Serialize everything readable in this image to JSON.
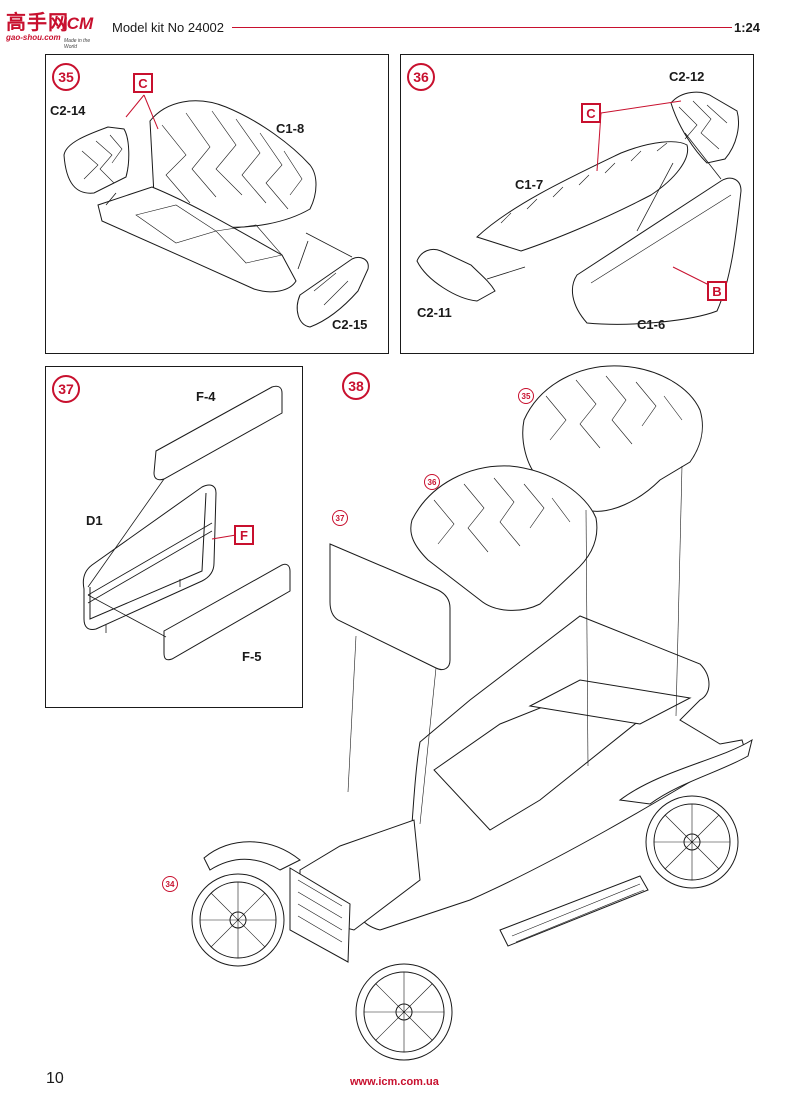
{
  "logo": {
    "cn": "高手网",
    "brand": "ICM",
    "url": "gao-shou.com",
    "tagline": "Made in the World"
  },
  "header": {
    "title": "Model kit No 24002",
    "scale": "1:24"
  },
  "steps": {
    "s35": {
      "number": "35",
      "labels": {
        "c2_14": "C2-14",
        "c1_8": "C1-8",
        "c2_15": "C2-15"
      },
      "color_code": "C"
    },
    "s36": {
      "number": "36",
      "labels": {
        "c2_12": "C2-12",
        "c1_7": "C1-7",
        "c2_11": "C2-11",
        "c1_6": "C1-6"
      },
      "color_codes": [
        "C",
        "B"
      ]
    },
    "s37": {
      "number": "37",
      "labels": {
        "f4": "F-4",
        "d1": "D1",
        "f5": "F-5"
      },
      "color_code": "F"
    },
    "s38": {
      "number": "38",
      "refs": [
        "35",
        "36",
        "37",
        "34"
      ]
    }
  },
  "colors": {
    "accent": "#c8102e",
    "line": "#1a1a1a",
    "background": "#ffffff"
  },
  "footer": {
    "page_number": "10",
    "url": "www.icm.com.ua"
  }
}
